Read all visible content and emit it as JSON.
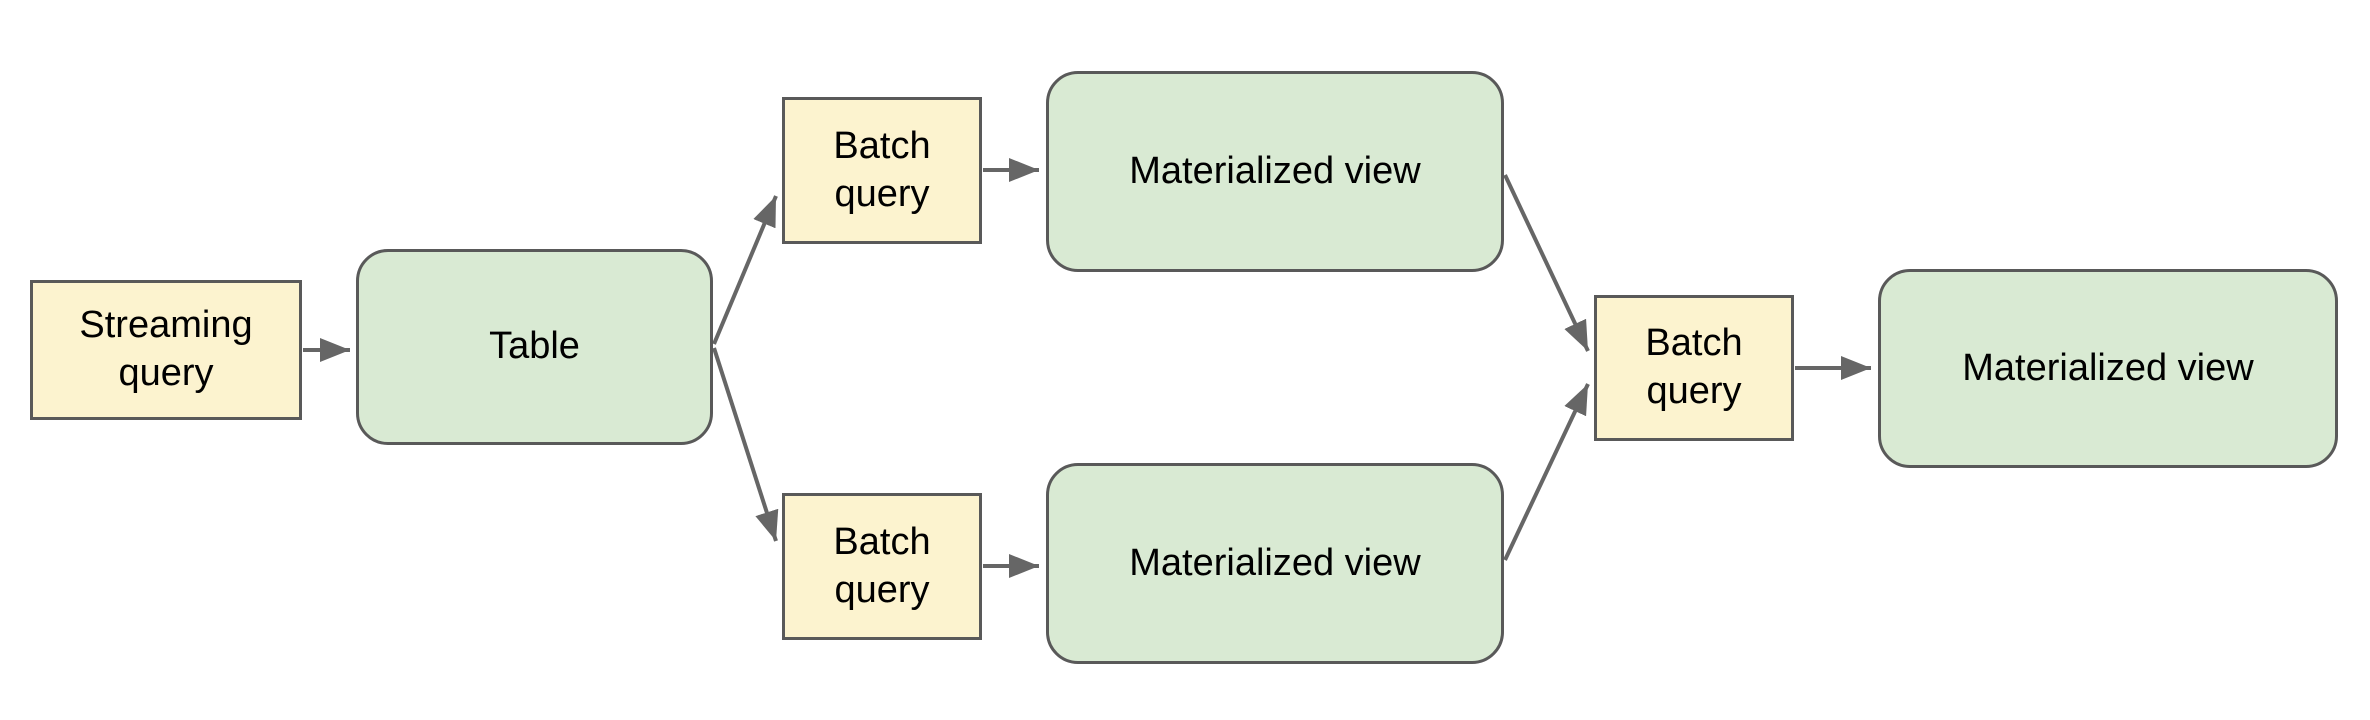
{
  "diagram": {
    "type": "flowchart",
    "nodes": [
      {
        "id": "streaming-query",
        "label": "Streaming query",
        "shape": "rectangle",
        "fill": "#FCF3CF"
      },
      {
        "id": "table",
        "label": "Table",
        "shape": "rounded-rectangle",
        "fill": "#D9EAD3"
      },
      {
        "id": "batch-query-top",
        "label": "Batch query",
        "shape": "rectangle",
        "fill": "#FCF3CF"
      },
      {
        "id": "materialized-view-top",
        "label": "Materialized view",
        "shape": "rounded-rectangle",
        "fill": "#D9EAD3"
      },
      {
        "id": "batch-query-bottom",
        "label": "Batch query",
        "shape": "rectangle",
        "fill": "#FCF3CF"
      },
      {
        "id": "materialized-view-bottom",
        "label": "Materialized view",
        "shape": "rounded-rectangle",
        "fill": "#D9EAD3"
      },
      {
        "id": "batch-query-right",
        "label": "Batch query",
        "shape": "rectangle",
        "fill": "#FCF3CF"
      },
      {
        "id": "materialized-view-final",
        "label": "Materialized view",
        "shape": "rounded-rectangle",
        "fill": "#D9EAD3"
      }
    ],
    "edges": [
      {
        "from": "streaming-query",
        "to": "table"
      },
      {
        "from": "table",
        "to": "batch-query-top"
      },
      {
        "from": "table",
        "to": "batch-query-bottom"
      },
      {
        "from": "batch-query-top",
        "to": "materialized-view-top"
      },
      {
        "from": "batch-query-bottom",
        "to": "materialized-view-bottom"
      },
      {
        "from": "materialized-view-top",
        "to": "batch-query-right"
      },
      {
        "from": "materialized-view-bottom",
        "to": "batch-query-right"
      },
      {
        "from": "batch-query-right",
        "to": "materialized-view-final"
      }
    ],
    "colors": {
      "node_yellow_fill": "#FCF3CF",
      "node_green_fill": "#D9EAD3",
      "node_border": "#595959",
      "arrow": "#666666",
      "text": "#000000",
      "background": "#FFFFFF"
    }
  }
}
